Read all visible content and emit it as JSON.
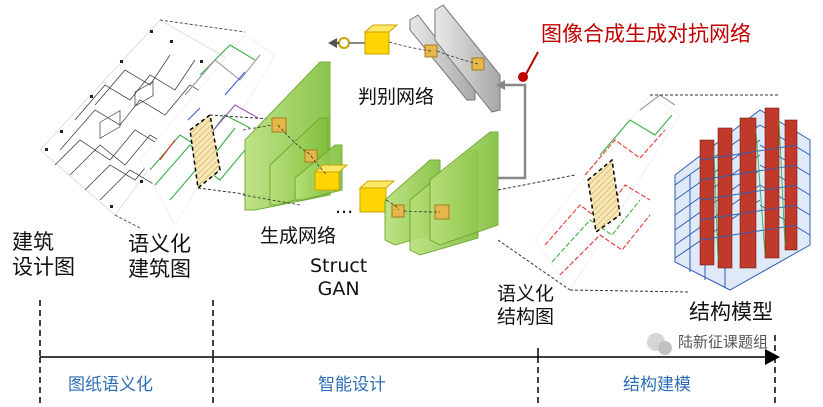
{
  "title": "图像合成生成对抗网络",
  "stages": {
    "arch_drawing": "建筑\n设计图",
    "semantic_arch": "语义化\n建筑图",
    "semantic_struct": "语义化\n结构图",
    "struct_model": "结构模型"
  },
  "network": {
    "discriminator": "判别网络",
    "generator": "生成网络",
    "model_name": "Struct\nGAN",
    "ellipsis": "..."
  },
  "timeline": {
    "phases": [
      "图纸语义化",
      "智能设计",
      "结构建模"
    ]
  },
  "watermark": "陆新征课题组",
  "colors": {
    "accent_red": "#c00000",
    "timeline_blue": "#2e6db4",
    "block_green": "#8cc63f",
    "block_yellow": "#ffd700",
    "disc_gray": "#b5b5b5"
  }
}
